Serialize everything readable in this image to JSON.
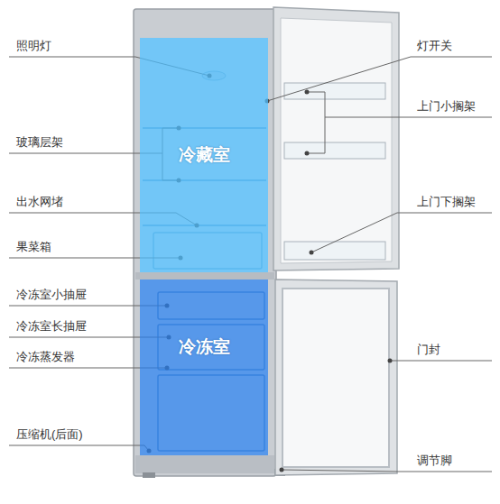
{
  "diagram": {
    "nodes": [
      {
        "text": [
          "冷藏室"
        ]
      },
      {
        "text": [
          "冷冻室"
        ]
      }
    ],
    "labels": [
      "照明灯",
      "灯开关",
      "上门小搁架",
      "玻璃层架",
      "出水网堵",
      "上门下搁架",
      "果菜箱",
      "冷冻室小抽屉",
      "冷冻室长抽屉",
      "门封",
      "冷冻蒸发器",
      "压缩机(后面)",
      "调节脚"
    ]
  }
}
